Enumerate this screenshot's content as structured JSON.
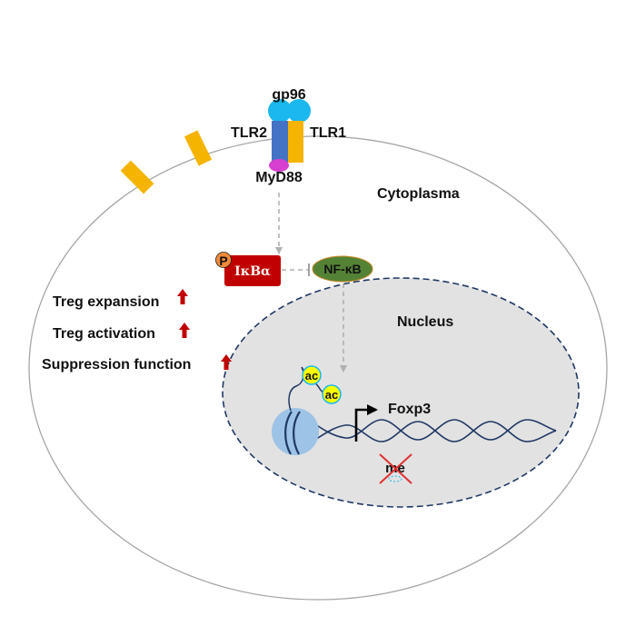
{
  "receptor": {
    "gp96": "gp96",
    "tlr2": "TLR2",
    "tlr1": "TLR1",
    "myd88": "MyD88"
  },
  "compartments": {
    "cytoplasm": "Cytoplasma",
    "nucleus": "Nucleus"
  },
  "signaling": {
    "phospho": "P",
    "ikba": "IκBα",
    "nfkb": "NF-κB"
  },
  "chromatin": {
    "acetyl_1": "ac",
    "acetyl_2": "ac",
    "gene": "Foxp3",
    "methyl": "me"
  },
  "effects": [
    {
      "label": "Treg expansion",
      "direction": "up"
    },
    {
      "label": "Treg activation",
      "direction": "up"
    },
    {
      "label": "Suppression function",
      "direction": "up"
    }
  ],
  "colors": {
    "gp96": "#1ab8ee",
    "tlr2": "#4472c4",
    "tlr1": "#f5b400",
    "myd88": "#d63fcf",
    "ikba_box": "#c00000",
    "phospho": "#f08a3a",
    "nfkb": "#548235",
    "nucleus_fill": "#e2e2e2",
    "nucleus_border": "#1f3864",
    "dna": "#1f3864",
    "nucleosome": "#9dc3e6",
    "acetyl": "#ffff00",
    "up_arrow": "#c00000",
    "cross": "#e03030",
    "cell_border": "#a6a6a6",
    "signal_arrow": "#b0b0b0"
  }
}
